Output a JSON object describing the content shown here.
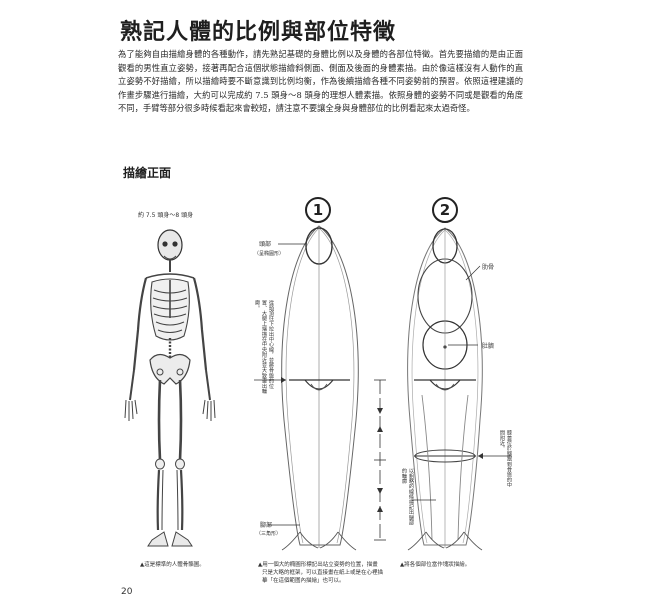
{
  "page": {
    "title": "熟記人體的比例與部位特徵",
    "intro": "為了能夠自由描繪身體的各種動作，請先熟記基礎的身體比例以及身體的各部位特徵。首先要描繪的是由正面觀看的男性直立姿勢，接著再配合這個狀態描繪斜側面、側面及後面的身體素描。由於像這樣沒有人動作的直立姿勢不好描繪，所以描繪時要不斷意識到比例均衡，作為後續描繪各種不同姿勢前的預習。依照這裡建議的作畫步驟進行描繪，大約可以完成約 7.5 頭身～8 頭身的理想人體素描。依照身體的姿勢不同或是觀看的角度不同，手臂等部分很多時候看起來會較短，請注意不要讓全身與身體部位的比例看起來太過奇怪。",
    "section_heading": "描繪正面",
    "page_number": "20"
  },
  "skeleton": {
    "label": "約 7.5 頭身～8 頭身",
    "caption": "▲這是標準的人體骨骼圖。"
  },
  "step1": {
    "number": "1",
    "head_label": "頭部",
    "head_sub": "（呈橢圓形）",
    "vertical_note": "從頭頂往下拉出中心線，並將骨盤的位置、大腿上端描在中央附近並大致畫出輪廓。",
    "foot_label": "腳部",
    "foot_sub": "（三角形）",
    "caption_lines": [
      "▲用一個大的橢圓形標記出站立姿勢的位置，描畫",
      "只是大略的框架，可以直接畫在紙上或是在心裡描",
      "摹「在這個範圍內描繪」也可以。"
    ]
  },
  "step2": {
    "number": "2",
    "ribs_label": "肋骨",
    "navel_label": "肚臍",
    "knee_note": "膝蓋位於腳跟到骨盤的中間附近。",
    "leg_note": "以粗略的線條標記出腿部的輪廓",
    "caption": "▲將各個部位當作塊狀描繪。"
  }
}
